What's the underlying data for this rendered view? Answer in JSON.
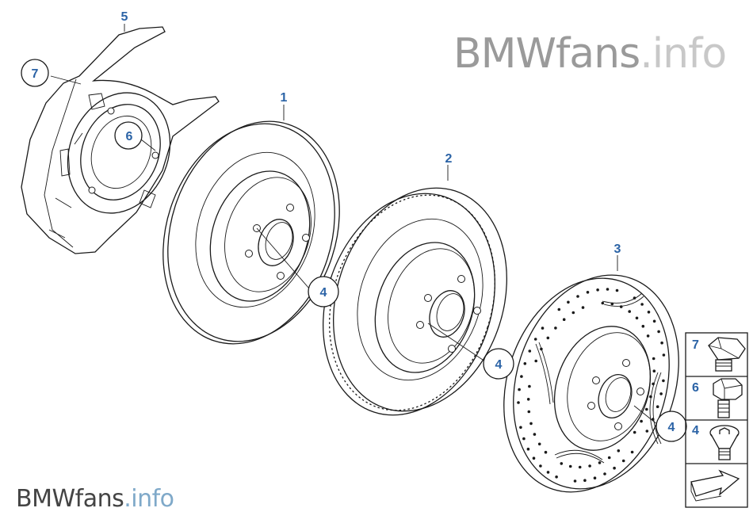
{
  "watermark": {
    "brand": "BMWfans",
    "suffix": ".info"
  },
  "colors": {
    "label_blue": "#2b63a6",
    "line": "#1a1a1a",
    "watermark_gray": "#b4b4b4"
  },
  "parts": {
    "disc_plain": "1",
    "disc_ventilated": "2",
    "disc_drilled": "3",
    "bolt_disc_1": "4",
    "bolt_disc_2": "4",
    "bolt_disc_3": "4",
    "dust_shield": "5",
    "shield_screw": "6",
    "shield_circle": "7"
  },
  "legend": {
    "items": [
      {
        "number": "7",
        "icon": "hex-screw-icon"
      },
      {
        "number": "6",
        "icon": "hex-flange-screw-icon"
      },
      {
        "number": "4",
        "icon": "countersunk-hex-socket-bolt-icon"
      }
    ],
    "nav_icon": "arrow-forward-icon"
  }
}
